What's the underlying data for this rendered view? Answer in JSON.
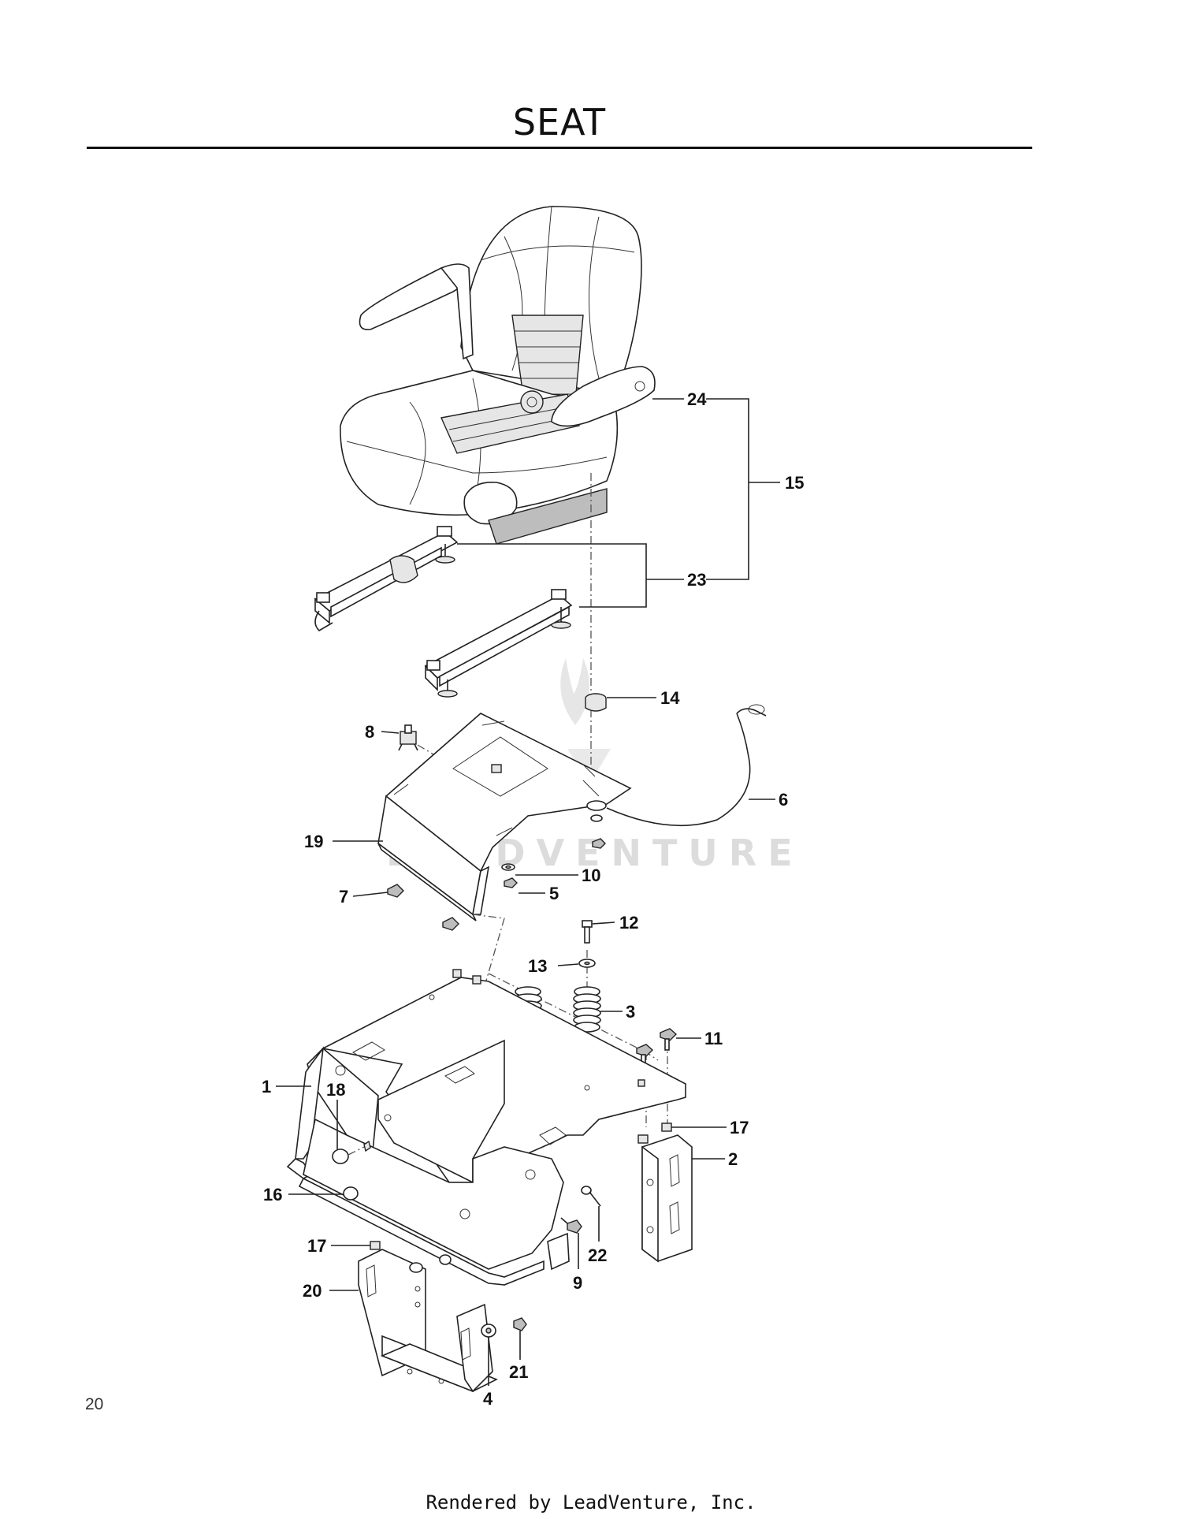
{
  "page": {
    "title": "SEAT",
    "page_number": "20",
    "footer": "Rendered by LeadVenture, Inc.",
    "watermark": "LEADVENTURE"
  },
  "callouts": [
    "24",
    "15",
    "23",
    "14",
    "8",
    "6",
    "19",
    "10",
    "5",
    "7",
    "12",
    "13",
    "3",
    "11",
    "1",
    "18",
    "17",
    "2",
    "16",
    "22",
    "9",
    "20",
    "21",
    "4"
  ]
}
